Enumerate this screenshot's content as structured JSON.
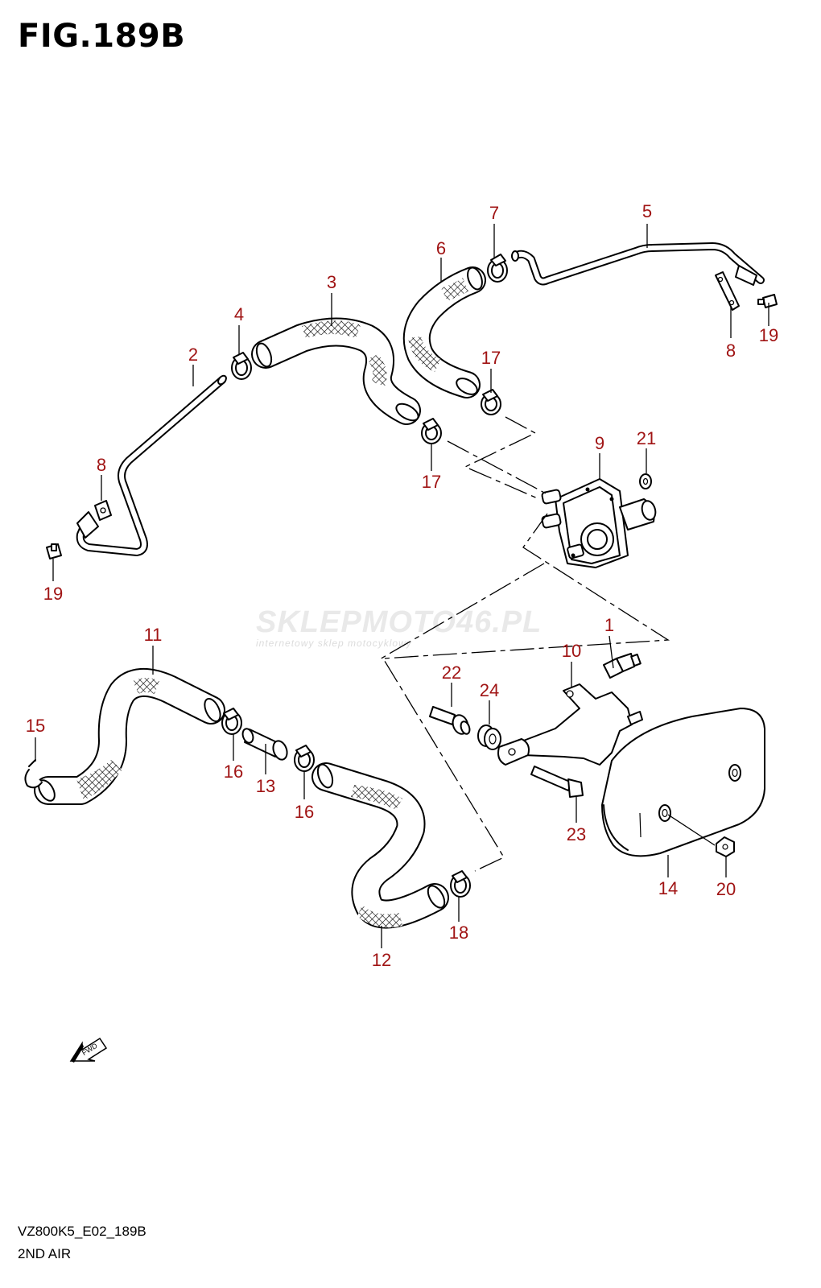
{
  "figure": {
    "title": "FIG.189B",
    "code": "VZ800K5_E02_189B",
    "subtitle": "2ND AIR"
  },
  "watermark": {
    "main": "SKLEPMOTO46.PL",
    "sub": "internetowy sklep motocyklowy"
  },
  "fwd_label": "FWD",
  "callouts": [
    "1",
    "2",
    "3",
    "4",
    "5",
    "6",
    "7",
    "8",
    "8",
    "9",
    "10",
    "11",
    "12",
    "13",
    "14",
    "15",
    "16",
    "16",
    "17",
    "17",
    "18",
    "19",
    "19",
    "20",
    "21",
    "22",
    "23",
    "24"
  ],
  "colors": {
    "callout": "#a01414",
    "line": "#000000",
    "background": "#ffffff"
  }
}
